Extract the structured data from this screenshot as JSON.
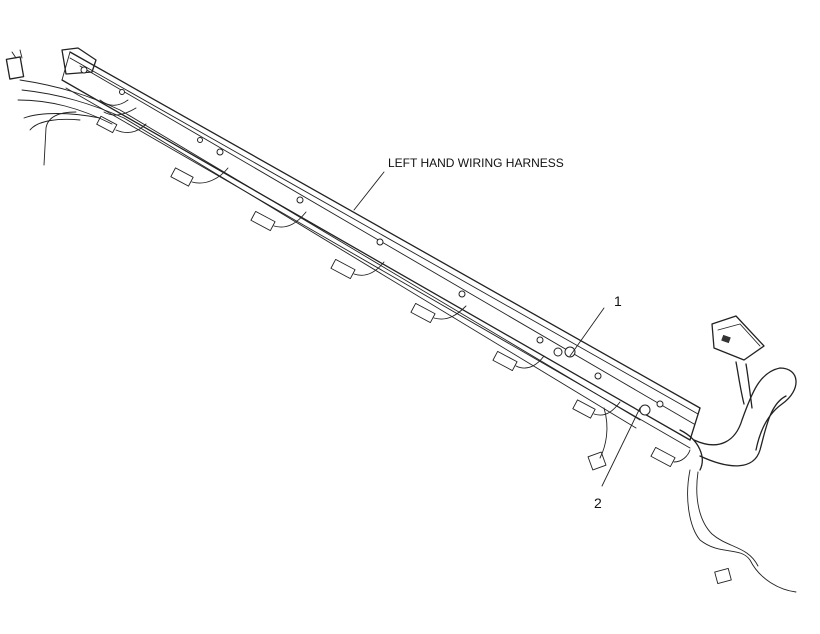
{
  "diagram": {
    "title_callout": "LEFT HAND WIRING HARNESS",
    "callouts": [
      {
        "id": "1",
        "text": "1"
      },
      {
        "id": "2",
        "text": "2"
      }
    ],
    "colors": {
      "ink": "#222222",
      "background": "#ffffff"
    }
  }
}
